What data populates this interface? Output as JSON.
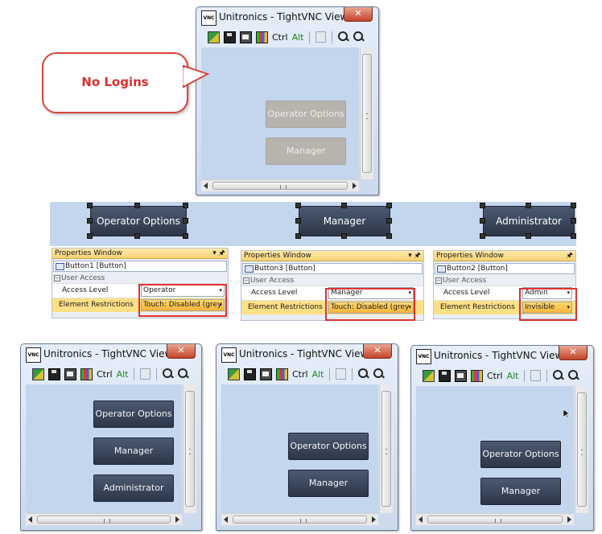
{
  "window_title": "Unitronics - TightVNC Viewer",
  "close_glyph": "✕",
  "app_icon_text": "VNC",
  "toolbar": {
    "ctrl": "Ctrl",
    "alt": "Alt"
  },
  "callout": {
    "text": "No Logins"
  },
  "top_window": {
    "buttons": [
      "Operator Options",
      "Manager"
    ],
    "button_state": "disabled"
  },
  "middle_strip": {
    "buttons": [
      "Operator Options",
      "Manager",
      "Administrator"
    ],
    "panels": [
      {
        "header": "Properties Window",
        "header_icons": "▾ 🖈",
        "object": "Button1 [Button]",
        "category": "User Access",
        "access_label": "Access Level",
        "access_value": "Operator",
        "restrict_label": "Element Restrictions",
        "restrict_value": "Touch: Disabled (grey"
      },
      {
        "header": "Properties Window",
        "header_icons": "▾ 🖈",
        "object": "Button3 [Button]",
        "category": "User Access",
        "access_label": "Access Level",
        "access_value": "Manager",
        "restrict_label": "Element Restrictions",
        "restrict_value": "Touch: Disabled (grey"
      },
      {
        "header": "Properties Window",
        "header_icons": "🖈",
        "object": "Button2 [Button]",
        "category": "User Access",
        "access_label": "Access Level",
        "access_value": "Admin",
        "restrict_label": "Element Restrictions",
        "restrict_value": "Invisible"
      }
    ]
  },
  "bottom_windows": [
    {
      "buttons": [
        "Operator Options",
        "Manager",
        "Administrator"
      ]
    },
    {
      "buttons": [
        "Operator Options",
        "Manager"
      ]
    },
    {
      "buttons": [
        "Operator Options",
        "Manager"
      ]
    }
  ],
  "scroll_grip": "≡",
  "hscroll_grip": "III",
  "dropdown_glyph": "▾",
  "collapse_glyph": "−"
}
